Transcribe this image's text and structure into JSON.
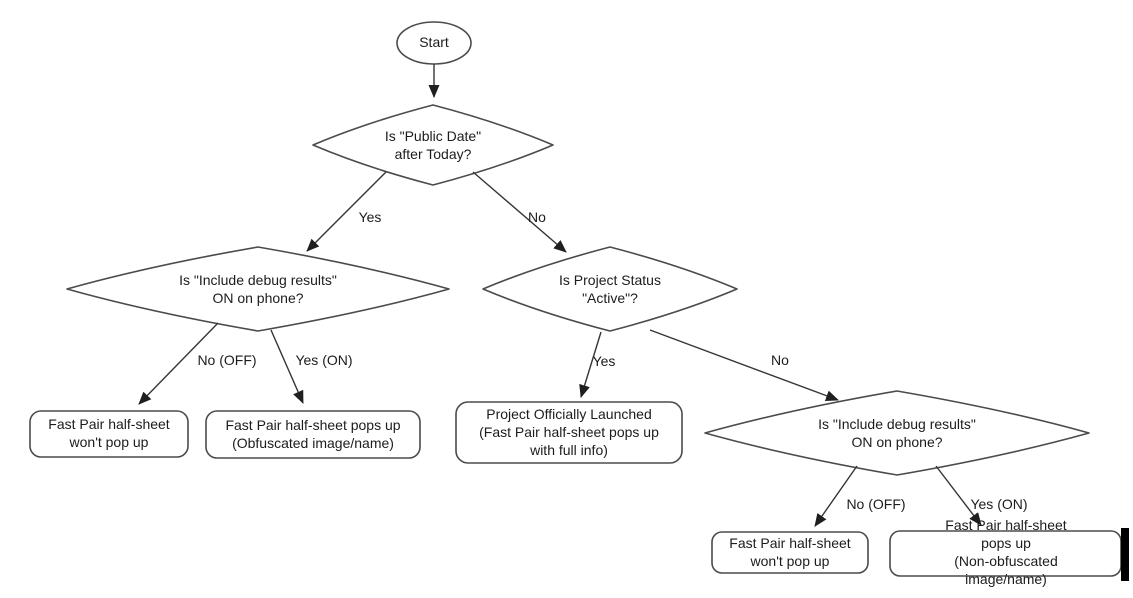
{
  "diagram": {
    "type": "flowchart",
    "colors": {
      "background": "#ffffff",
      "shape_fill": "#ffffff",
      "shape_stroke": "#4b4b4b",
      "edge_stroke": "#353535",
      "text": "#1c1c1c",
      "cursor_bar": "#000000"
    },
    "nodes": {
      "start": {
        "type": "terminator",
        "label": "Start"
      },
      "public_date": {
        "type": "decision",
        "label": "Is \"Public Date\"\nafter Today?"
      },
      "debug_left": {
        "type": "decision",
        "label": "Is \"Include debug results\"\nON on phone?"
      },
      "project_status": {
        "type": "decision",
        "label": "Is Project Status\n\"Active\"?"
      },
      "debug_right": {
        "type": "decision",
        "label": "Is \"Include debug results\"\nON on phone?"
      },
      "no_popup_left": {
        "type": "result",
        "label": "Fast Pair half-sheet\nwon't pop up"
      },
      "obfuscated": {
        "type": "result",
        "label": "Fast Pair half-sheet pops up\n(Obfuscated image/name)"
      },
      "launched": {
        "type": "result",
        "label": "Project Officially Launched\n(Fast Pair half-sheet pops up\nwith full info)"
      },
      "no_popup_right": {
        "type": "result",
        "label": "Fast Pair half-sheet\nwon't pop up"
      },
      "non_obfuscated": {
        "type": "result",
        "label": "Fast Pair half-sheet pops up\n(Non-obfuscated image/name)"
      }
    },
    "edge_labels": {
      "yes_top": "Yes",
      "no_top": "No",
      "no_off_left": "No (OFF)",
      "yes_on_left": "Yes (ON)",
      "yes_mid": "Yes",
      "no_mid": "No",
      "no_off_right": "No (OFF)",
      "yes_on_right": "Yes (ON)"
    }
  }
}
